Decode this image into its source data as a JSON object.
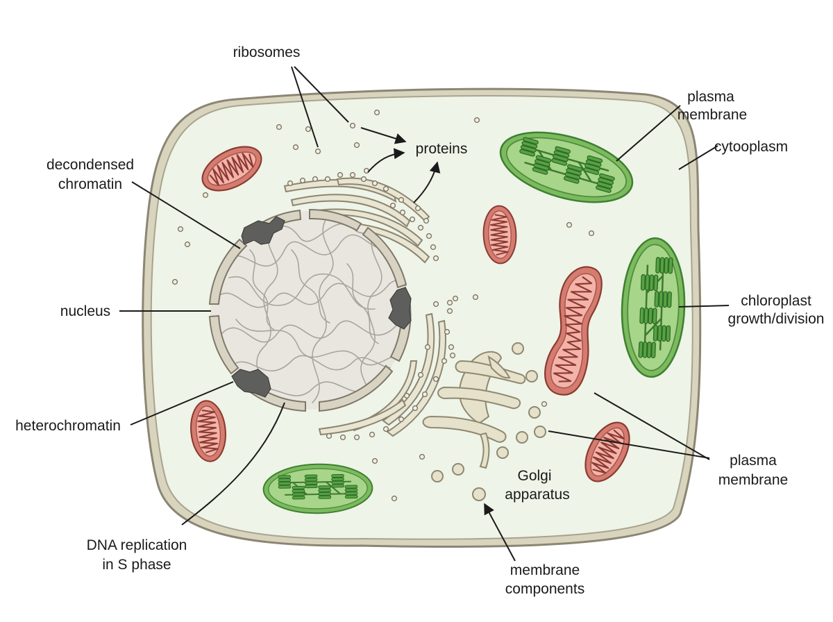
{
  "labels": {
    "ribosomes": "ribosomes",
    "proteins": "proteins",
    "plasma_membrane_top_1": "plasma",
    "plasma_membrane_top_2": "membrane",
    "cytoplasm": "cytooplasm",
    "decondensed_1": "decondensed",
    "decondensed_2": "chromatin",
    "nucleus": "nucleus",
    "chloroplast_1": "chloroplast",
    "chloroplast_2": "growth/division",
    "heterochromatin": "heterochromatin",
    "plasma_membrane_right_1": "plasma",
    "plasma_membrane_right_2": "membrane",
    "golgi_1": "Golgi",
    "golgi_2": "apparatus",
    "dna_1": "DNA replication",
    "dna_2": "in S phase",
    "membrane_components_1": "membrane",
    "membrane_components_2": "components"
  },
  "colors": {
    "cell_wall": "#d9d4be",
    "cytoplasm": "#eef4e7",
    "nucleus": "#e9e6e0",
    "mitochondrion": "#d57c70",
    "chloroplast": "#7cbb5d",
    "heterochromatin": "#5e5e5c"
  }
}
